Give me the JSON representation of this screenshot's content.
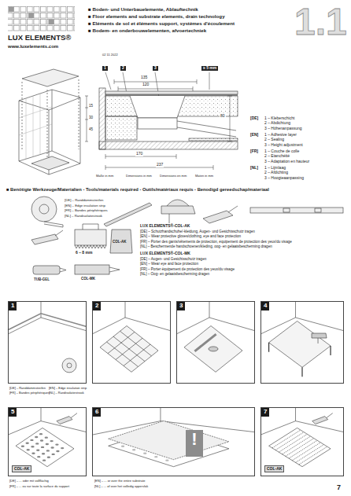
{
  "diagram": {
    "title": "■ Boden- und Unterbauelemente, Ablauftechnik",
    "nodes": [
      {
        "text": [
          "1"
        ]
      },
      {
        "text": [
          "2"
        ]
      },
      {
        "text": [
          "3"
        ]
      },
      {
        "text": [
          "4"
        ]
      },
      {
        "text": [
          "5",
          "COL-AK"
        ]
      },
      {
        "text": [
          "6",
          "!"
        ]
      },
      {
        "text": [
          "7",
          "COL-AK"
        ]
      }
    ],
    "labels": [
      "■ Floor elements and substrate elements, drain technology",
      "■ Eléments de sol et éléments support, systèmes d'écoulement",
      "■ Bodem- en onderbouwelementen, afvoertechniek",
      "1.1",
      "LUX ELEMENTS®",
      "www.luxelements.com",
      "02 11 2022",
      "1",
      "2",
      "3",
      "≥ 5 mm",
      "135",
      "120",
      "80",
      "170",
      "237",
      "15",
      "30",
      "45",
      "Maße in mm",
      "Dimensions in mm",
      "Dimensions en mm",
      "Maten in mm",
      "[DE]",
      "1 – Kleberschicht",
      "2 – Abdichtung",
      "3 – Höhenanpassung",
      "[EN]",
      "1 – Adhesive layer",
      "2 – Sealing",
      "3 – Height adjustment",
      "[FR]",
      "1 – Couche de colle",
      "2 – Etanchéité",
      "3 – Adaptation en hauteur",
      "[NL]",
      "1 – Lijmlaag",
      "2 – Afdichting",
      "3 – Hoogteaanpassing",
      "■ Benötigte Werkzeuge/Materialien - Tools/materials required - Outils/matériaux requis - Benodigd gereedschap/materiaal",
      "[DE] – Randdämmstreifen",
      "[EN] – Edge insulation strip",
      "[FR] – Bandes périphériques",
      "[NL] – Randisolatiestrook",
      "6 – 8 mm",
      "COL-AK",
      "TUB-GEL",
      "COL-MK",
      "LUX ELEMENTS®-COL-AK",
      "[DE] – Schutzhandschuhe/-kleidung, Augen- und Gesichtsschutz tragen",
      "[EN] – Wear protective gloves/clothing, eye and face protection",
      "[FR] – Porter des gants/vêtements de protection, équipement de protection des yeux/du visage",
      "[NL] – Beschermende handschoenen/kleding, oog- en gelaatsbescherming dragen",
      "LUX ELEMENTS®-COL-MK",
      "[DE] – Augen- und Gesichtsschutz tragen",
      "[EN] – Wear eye and face protection",
      "[FR] – Porter équipement de protection des yeux/du visage",
      "[NL] – Oog- en gelaatsbescherming dragen",
      "[DE] – Randdämmstreifen",
      "[EN] – Edge insulation strip",
      "[FR] – Bandes périphériques",
      "[NL] – Randisolatiestrook",
      "[DE] – ... oder mit vollflächig",
      "[EN] – ... or over the entire substrate",
      "[FR] – ... ou sur toute la surface du support",
      "[NL] – ... of over het volledig oppervlak",
      "7"
    ]
  }
}
